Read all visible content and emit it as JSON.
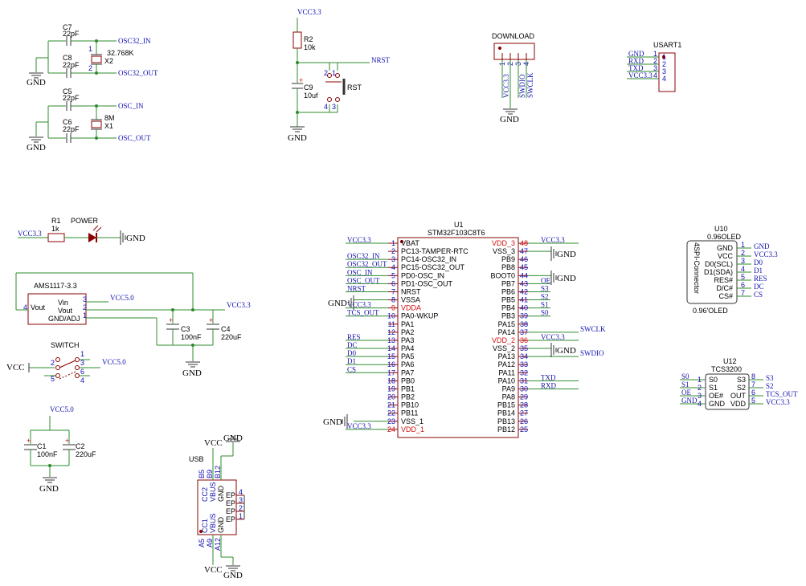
{
  "labels": {
    "vcc33": "VCC3.3",
    "vcc50": "VCC5.0",
    "vcc": "VCC",
    "gnd": "GND",
    "osc32_in": "OSC32_IN",
    "osc32_out": "OSC32_OUT",
    "osc_in": "OSC_IN",
    "osc_out": "OSC_OUT",
    "nrst": "NRST",
    "swdio": "SWDIO",
    "swclk": "SWCLK",
    "txd": "TXD",
    "rxd": "RXD",
    "tcs_out": "TCS_OUT",
    "oe": "OE",
    "res": "RES",
    "dc": "DC",
    "d0": "D0",
    "d1": "D1",
    "cs": "CS",
    "s0": "S0",
    "s1": "S1",
    "s2": "S2",
    "s3": "S3"
  },
  "components": {
    "c7": {
      "ref": "C7",
      "value": "22pF"
    },
    "c8": {
      "ref": "C8",
      "value": "22pF"
    },
    "c5": {
      "ref": "C5",
      "value": "22pF"
    },
    "c6": {
      "ref": "C6",
      "value": "22pF"
    },
    "x2": {
      "ref": "X2",
      "value": "32.768K"
    },
    "x1": {
      "ref": "X1",
      "value": "8M"
    },
    "r2": {
      "ref": "R2",
      "value": "10k"
    },
    "c9": {
      "ref": "C9",
      "value": "10uf"
    },
    "rst": {
      "ref": "RST"
    },
    "download": {
      "ref": "DOWNLOAD"
    },
    "usart1": {
      "ref": "USART1"
    },
    "r1": {
      "ref": "R1",
      "value": "1k"
    },
    "power": {
      "ref": "POWER"
    },
    "reg": {
      "ref": "AMS1117-3.3",
      "pins": [
        "Vin",
        "Vout",
        "GND/ADJ"
      ],
      "vout_left": "Vout"
    },
    "c3": {
      "ref": "C3",
      "value": "100nF"
    },
    "c4": {
      "ref": "C4",
      "value": "220uF"
    },
    "switch": {
      "ref": "SWITCH"
    },
    "c1": {
      "ref": "C1",
      "value": "100nF"
    },
    "c2": {
      "ref": "C2",
      "value": "220uF"
    },
    "usb": {
      "ref": "USB"
    },
    "u1": {
      "ref": "U1",
      "value": "STM32F103C8T6"
    },
    "u10": {
      "ref": "U10",
      "value": "0.96OLED",
      "bottom": "0.96'OLED",
      "side": "4SPI-Connector"
    },
    "u12": {
      "ref": "U12",
      "value": "TCS3200"
    }
  },
  "download_pins": [
    "1",
    "2",
    "3",
    "4"
  ],
  "download_nets": [
    "VCC3.3",
    "GND",
    "SWDIO",
    "SWCLK"
  ],
  "usart_pins": [
    "1",
    "2",
    "3",
    "4"
  ],
  "usart_nets": [
    "GND",
    "RXD",
    "TXD",
    "VCC3.3"
  ],
  "u1_left": [
    {
      "num": "1",
      "name": "VBAT",
      "net": "VCC3.3"
    },
    {
      "num": "2",
      "name": "PC13-TAMPER-RTC",
      "net": ""
    },
    {
      "num": "3",
      "name": "PC14-OSC32_IN",
      "net": "OSC32_IN"
    },
    {
      "num": "4",
      "name": "PC15-OSC32_OUT",
      "net": "OSC32_OUT"
    },
    {
      "num": "5",
      "name": "PD0-OSC_IN",
      "net": "OSC_IN"
    },
    {
      "num": "6",
      "name": "PD1-OSC_OUT",
      "net": "OSC_OUT"
    },
    {
      "num": "7",
      "name": "NRST",
      "net": "NRST"
    },
    {
      "num": "8",
      "name": "VSSA",
      "net": "GND"
    },
    {
      "num": "9",
      "name": "VDDA",
      "net": "VCC3.3"
    },
    {
      "num": "10",
      "name": "PA0-WKUP",
      "net": "TCS_OUT"
    },
    {
      "num": "11",
      "name": "PA1",
      "net": ""
    },
    {
      "num": "12",
      "name": "PA2",
      "net": ""
    },
    {
      "num": "13",
      "name": "PA3",
      "net": "RES"
    },
    {
      "num": "14",
      "name": "PA4",
      "net": "DC"
    },
    {
      "num": "15",
      "name": "PA5",
      "net": "D0"
    },
    {
      "num": "16",
      "name": "PA6",
      "net": "D1"
    },
    {
      "num": "17",
      "name": "PA7",
      "net": "CS"
    },
    {
      "num": "18",
      "name": "PB0",
      "net": ""
    },
    {
      "num": "19",
      "name": "PB1",
      "net": ""
    },
    {
      "num": "20",
      "name": "PB2",
      "net": ""
    },
    {
      "num": "21",
      "name": "PB10",
      "net": ""
    },
    {
      "num": "22",
      "name": "PB11",
      "net": ""
    },
    {
      "num": "23",
      "name": "VSS_1",
      "net": "GND"
    },
    {
      "num": "24",
      "name": "VDD_1",
      "net": "VCC3.3"
    }
  ],
  "u1_right": [
    {
      "num": "48",
      "name": "VDD_3",
      "net": "VCC3.3"
    },
    {
      "num": "47",
      "name": "VSS_3",
      "net": "GND"
    },
    {
      "num": "46",
      "name": "PB9",
      "net": ""
    },
    {
      "num": "45",
      "name": "PB8",
      "net": ""
    },
    {
      "num": "44",
      "name": "BOOT0",
      "net": "GND"
    },
    {
      "num": "43",
      "name": "PB7",
      "net": "OE"
    },
    {
      "num": "42",
      "name": "PB6",
      "net": "S3"
    },
    {
      "num": "41",
      "name": "PB5",
      "net": "S2"
    },
    {
      "num": "40",
      "name": "PB4",
      "net": "S1"
    },
    {
      "num": "39",
      "name": "PB3",
      "net": "S0"
    },
    {
      "num": "38",
      "name": "PA15",
      "net": ""
    },
    {
      "num": "37",
      "name": "PA14",
      "net": "SWCLK"
    },
    {
      "num": "36",
      "name": "VDD_2",
      "net": "VCC3.3"
    },
    {
      "num": "35",
      "name": "VSS_2",
      "net": "GND"
    },
    {
      "num": "34",
      "name": "PA13",
      "net": "SWDIO"
    },
    {
      "num": "33",
      "name": "PA12",
      "net": ""
    },
    {
      "num": "32",
      "name": "PA11",
      "net": ""
    },
    {
      "num": "31",
      "name": "PA10",
      "net": "TXD"
    },
    {
      "num": "30",
      "name": "PA9",
      "net": "RXD"
    },
    {
      "num": "29",
      "name": "PA8",
      "net": ""
    },
    {
      "num": "28",
      "name": "PB15",
      "net": ""
    },
    {
      "num": "27",
      "name": "PB14",
      "net": ""
    },
    {
      "num": "26",
      "name": "PB13",
      "net": ""
    },
    {
      "num": "25",
      "name": "PB12",
      "net": ""
    }
  ],
  "u10_pins": [
    {
      "num": "1",
      "name": "GND",
      "net": "GND"
    },
    {
      "num": "2",
      "name": "VCC",
      "net": "VCC3.3"
    },
    {
      "num": "3",
      "name": "D0(SCL)",
      "net": "D0"
    },
    {
      "num": "4",
      "name": "D1(SDA)",
      "net": "D1"
    },
    {
      "num": "5",
      "name": "RES#",
      "net": "RES"
    },
    {
      "num": "6",
      "name": "D/C#",
      "net": "DC"
    },
    {
      "num": "7",
      "name": "CS#",
      "net": "CS"
    }
  ],
  "u12_left": [
    {
      "num": "1",
      "name": "S0",
      "net": "S0"
    },
    {
      "num": "2",
      "name": "S1",
      "net": "S1"
    },
    {
      "num": "3",
      "name": "OE#",
      "net": "OE"
    },
    {
      "num": "4",
      "name": "GND",
      "net": "GND"
    }
  ],
  "u12_right": [
    {
      "num": "8",
      "name": "S3",
      "net": "S3"
    },
    {
      "num": "7",
      "name": "S2",
      "net": "S2"
    },
    {
      "num": "6",
      "name": "OUT",
      "net": "TCS_OUT"
    },
    {
      "num": "5",
      "name": "VDD",
      "net": "VCC3.3"
    }
  ],
  "usb_pins": {
    "top": [
      "B5",
      "B9",
      "B12"
    ],
    "bottom": [
      "A5",
      "A9",
      "A12"
    ],
    "inner_top": [
      "CC2",
      "VBUS",
      "GND"
    ],
    "inner_bottom": [
      "CC1",
      "VBUS",
      "GND"
    ],
    "ep": [
      "EP",
      "EP",
      "EP",
      "EP"
    ],
    "ep_nums": [
      "4",
      "3",
      "2",
      "1"
    ]
  },
  "switch_pins": [
    "1",
    "2",
    "3",
    "4",
    "5",
    "6"
  ],
  "rst_pins": [
    "1",
    "2",
    "3",
    "4"
  ],
  "x_pins": [
    "1",
    "2"
  ],
  "reg_pins": [
    "3",
    "2",
    "1",
    "4"
  ]
}
